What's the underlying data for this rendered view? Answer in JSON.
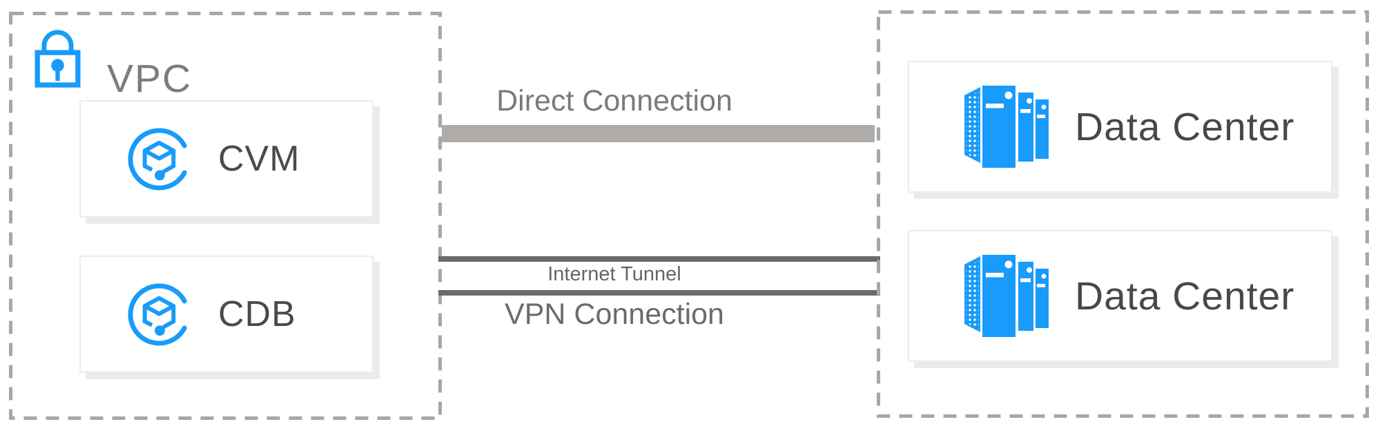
{
  "diagram_title": "VPC hybrid-cloud connectivity diagram",
  "vpc": {
    "label": "VPC",
    "icon": "lock-icon",
    "nodes": [
      {
        "label": "CVM",
        "icon": "cloud-service-icon"
      },
      {
        "label": "CDB",
        "icon": "cloud-service-icon"
      }
    ]
  },
  "connections": [
    {
      "label": "Direct Connection",
      "style": "thick-gray-bar"
    },
    {
      "label": "Internet Tunnel",
      "style": "thin-dark-line"
    },
    {
      "label": "VPN Connection",
      "style": "thin-dark-line"
    }
  ],
  "datacenter_group": {
    "nodes": [
      {
        "label": "Data Center",
        "icon": "server-rack-icon"
      },
      {
        "label": "Data Center",
        "icon": "server-rack-icon"
      }
    ]
  },
  "colors": {
    "accent_blue": "#189bfa",
    "direct_bar_gray": "#aeaba9",
    "dark_line_gray": "#6e6a67",
    "dashed_border_gray": "#a7a7a7",
    "connection_label_gray": "#7a7a7a",
    "node_text_gray": "#4a4a4d",
    "vpc_title_gray": "#7c7c7c"
  }
}
